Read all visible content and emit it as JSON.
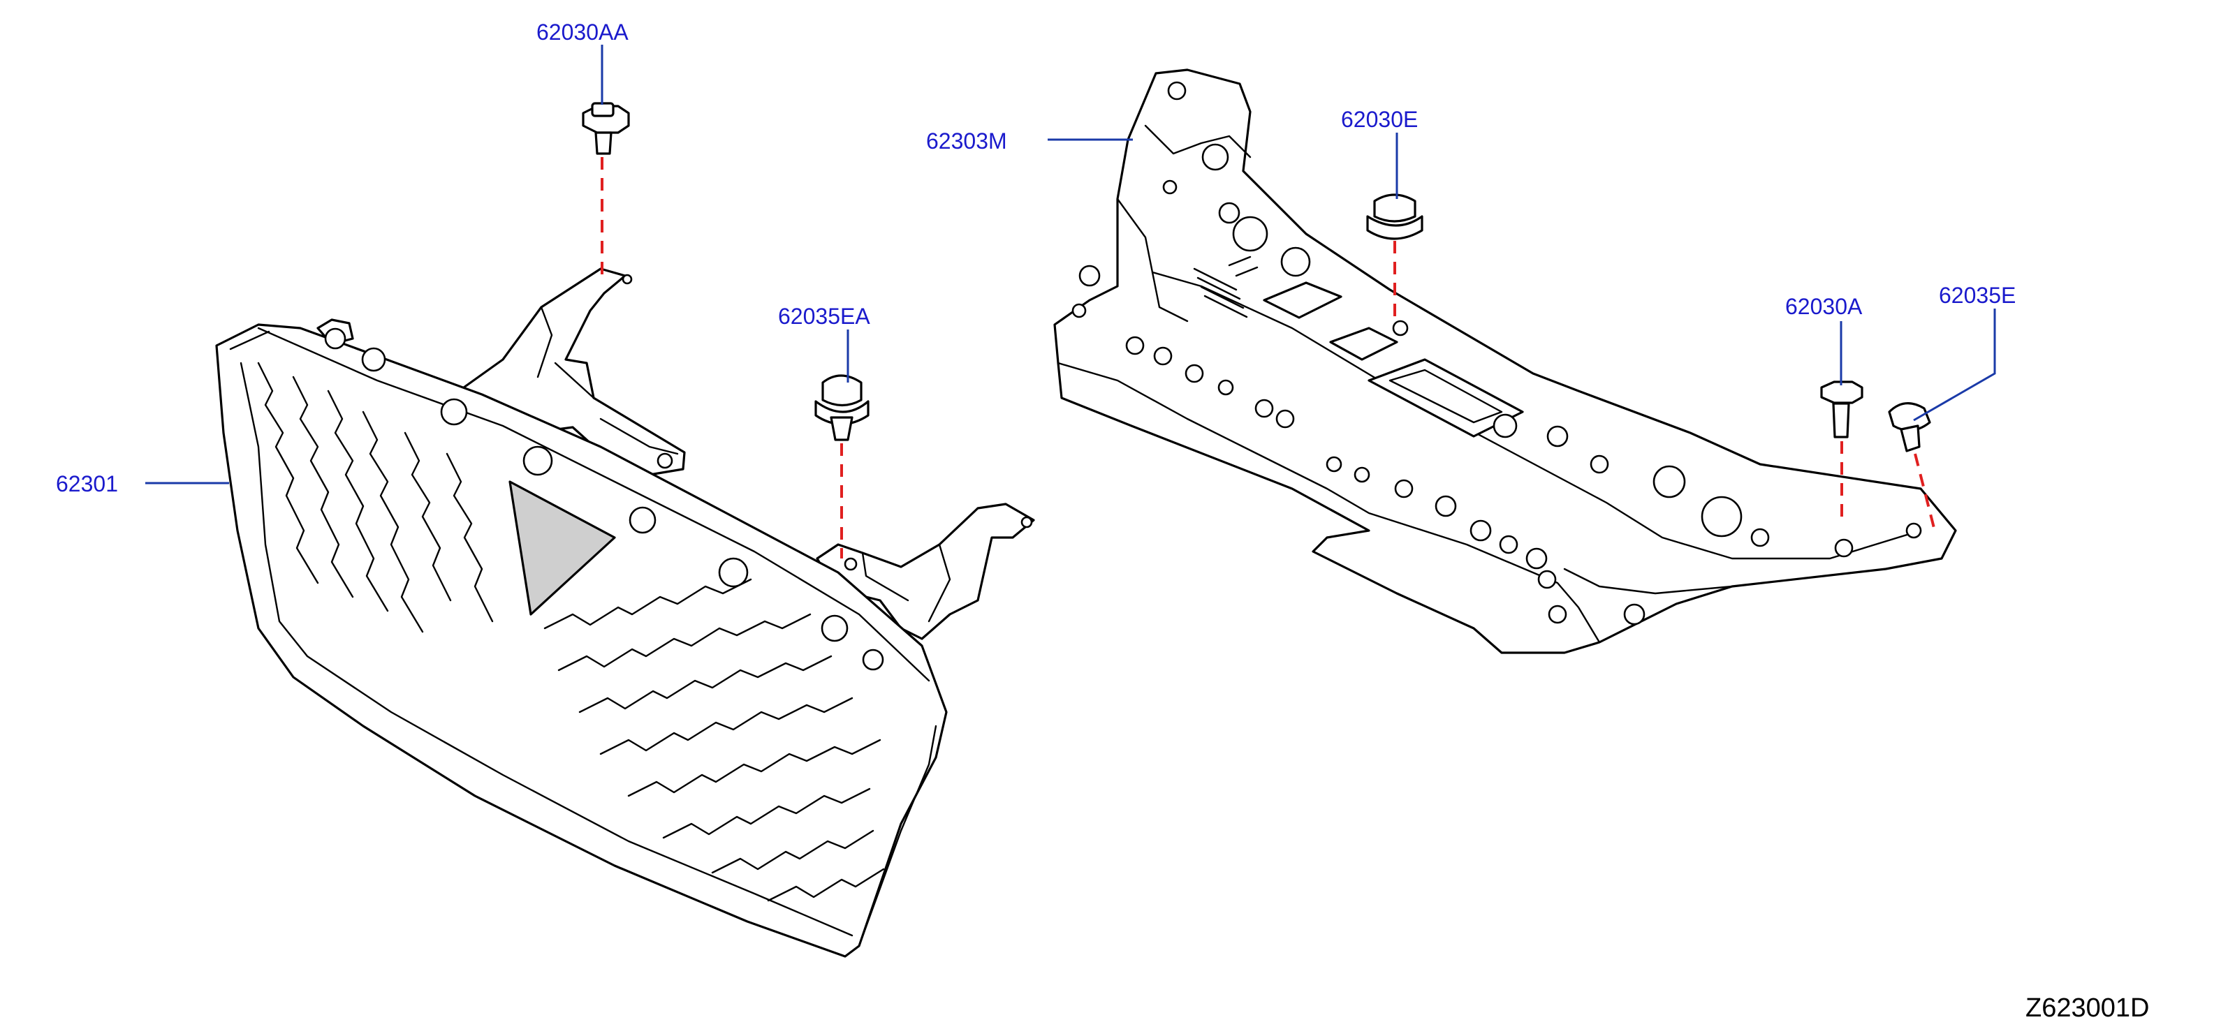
{
  "diagram": {
    "callouts": {
      "p62030AA": "62030AA",
      "p62303M": "62303M",
      "p62030E": "62030E",
      "p62035EA": "62035EA",
      "p62030A": "62030A",
      "p62035E": "62035E",
      "p62301": "62301"
    },
    "code": "Z623001D"
  },
  "colors": {
    "callout_text": "#1a1acc",
    "leader_line": "#1a3aa8",
    "install_dash": "#e02020",
    "line_art": "#000000",
    "background": "#ffffff"
  }
}
